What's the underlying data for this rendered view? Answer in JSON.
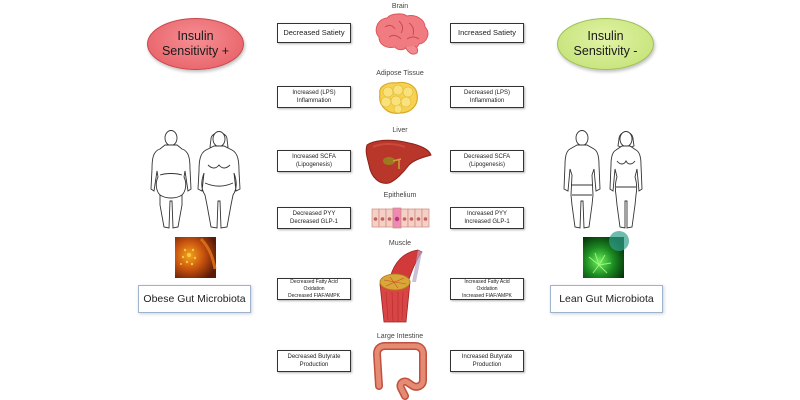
{
  "left_header": {
    "label": "Insulin\nSensitivity +",
    "line1": "Insulin",
    "line2": "Sensitivity +",
    "color": "#e55a60"
  },
  "right_header": {
    "label": "Insulin\nSensitivity -",
    "line1": "Insulin",
    "line2": "Sensitivity -",
    "color": "#bfe070"
  },
  "organs": [
    {
      "name": "Brain",
      "left": [
        "Decreased Satiety"
      ],
      "right": [
        "Increased Satiety"
      ]
    },
    {
      "name": "Adipose Tissue",
      "left": [
        "Increased (LPS)",
        "Inflammation"
      ],
      "right": [
        "Decreased (LPS)",
        "Inflammation"
      ]
    },
    {
      "name": "Liver",
      "left": [
        "Increased SCFA",
        "(Lipogenesis)"
      ],
      "right": [
        "Decreased SCFA",
        "(Lipogenesis)"
      ]
    },
    {
      "name": "Epithelium",
      "left": [
        "Decreased PYY",
        "Decreased GLP-1"
      ],
      "right": [
        "Increased PYY",
        "Increased GLP-1"
      ]
    },
    {
      "name": "Muscle",
      "left": [
        "Decreased Fatty Acid",
        "Oxidation",
        "Decreased FIAF/AMPK"
      ],
      "right": [
        "Increased Fatty Acid Oxidation",
        "Increased FIAF/AMPK"
      ]
    },
    {
      "name": "Large Intestine",
      "left": [
        "Decreased Butyrate",
        "Production"
      ],
      "right": [
        "Increased Butyrate",
        "Production"
      ]
    }
  ],
  "left_microbiota": {
    "label": "Obese Gut Microbiota",
    "image": "orange-bacteria-image"
  },
  "right_microbiota": {
    "label": "Lean Gut Microbiota",
    "image": "green-bacteria-image"
  }
}
